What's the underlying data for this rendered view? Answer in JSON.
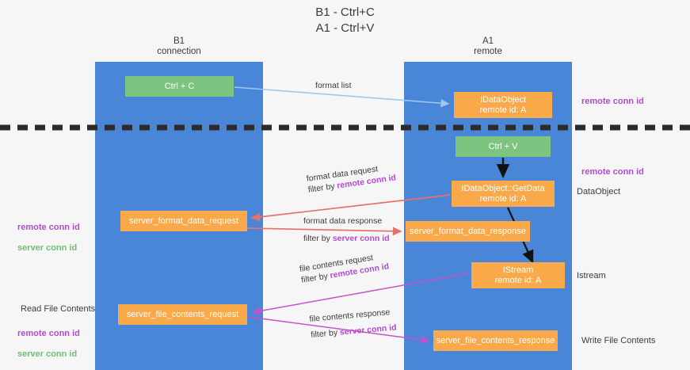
{
  "title": "B1 - Ctrl+C\nA1 - Ctrl+V",
  "lanes": [
    {
      "name": "b1",
      "heading": "B1\nconnection"
    },
    {
      "name": "a1",
      "heading": "A1\nremote"
    }
  ],
  "nodes": {
    "ctrl_c": "Ctrl + C",
    "idataobject": "IDataObject\nremote id: A",
    "ctrl_v": "Ctrl + V",
    "getdata": "IDataObject::GetData\nremote id: A",
    "server_format_data_request": "server_format_data_request",
    "server_format_data_response": "server_format_data_response",
    "istream": "IStream\nremote id: A",
    "server_file_contents_request": "server_file_contents_request",
    "server_file_contents_response": "server_file_contents_response"
  },
  "annotations": {
    "remote_conn_id_top": "remote conn id",
    "remote_conn_id_mid": "remote conn id",
    "dataobject": "DataObject",
    "istream": "Istream",
    "write_file_contents": "Write File Contents",
    "read_file_contents": "Read File Contents",
    "remote_conn_id": "remote conn id",
    "server_conn_id": "server conn id"
  },
  "edge_labels": {
    "format_list": "format list",
    "format_data_request": "format data request",
    "format_data_request_filter_prefix": "filter by ",
    "format_data_request_filter_key": "remote conn id",
    "format_data_response": "format data response",
    "format_data_response_filter_prefix": "filter by ",
    "format_data_response_filter_key": "server conn id",
    "file_contents_request": "file contents request",
    "file_contents_request_filter_prefix": "filter by ",
    "file_contents_request_filter_key": "remote conn id",
    "file_contents_response": "file contents response",
    "file_contents_response_filter_prefix": "filter by ",
    "file_contents_response_filter_key": "server conn id"
  },
  "colors": {
    "lane": "#4a86d8",
    "green_node": "#7cc47f",
    "orange_node": "#f9a94a",
    "purple_text": "#b44ad0",
    "green_text": "#6fbf73",
    "blue_arrow": "#9dc8ec",
    "red_arrow": "#e8706a",
    "magenta_arrow": "#c850c8",
    "black_arrow": "#000000",
    "divider": "#2b2b2b"
  }
}
